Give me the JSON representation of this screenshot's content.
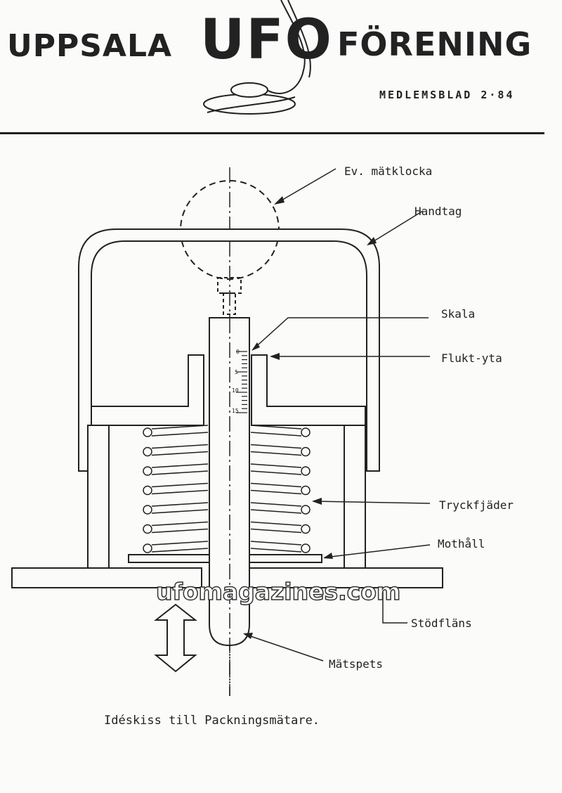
{
  "header": {
    "title_part1": "UPPSALA",
    "title_part2": "UFO",
    "title_part3": "FÖRENING",
    "issue": "MEDLEMSBLAD 2·84"
  },
  "diagram": {
    "labels": {
      "gauge": "Ev. mätklocka",
      "handle": "Handtag",
      "scale": "Skala",
      "flush_surface": "Flukt-yta",
      "spring": "Tryckfjäder",
      "stop": "Mothåll",
      "flange": "Stödfläns",
      "tip": "Mätspets"
    },
    "scale_ticks": [
      "0",
      "5",
      "10",
      "15"
    ]
  },
  "caption": "Idéskiss till Packningsmätare.",
  "watermark": "ufomagazines.com"
}
